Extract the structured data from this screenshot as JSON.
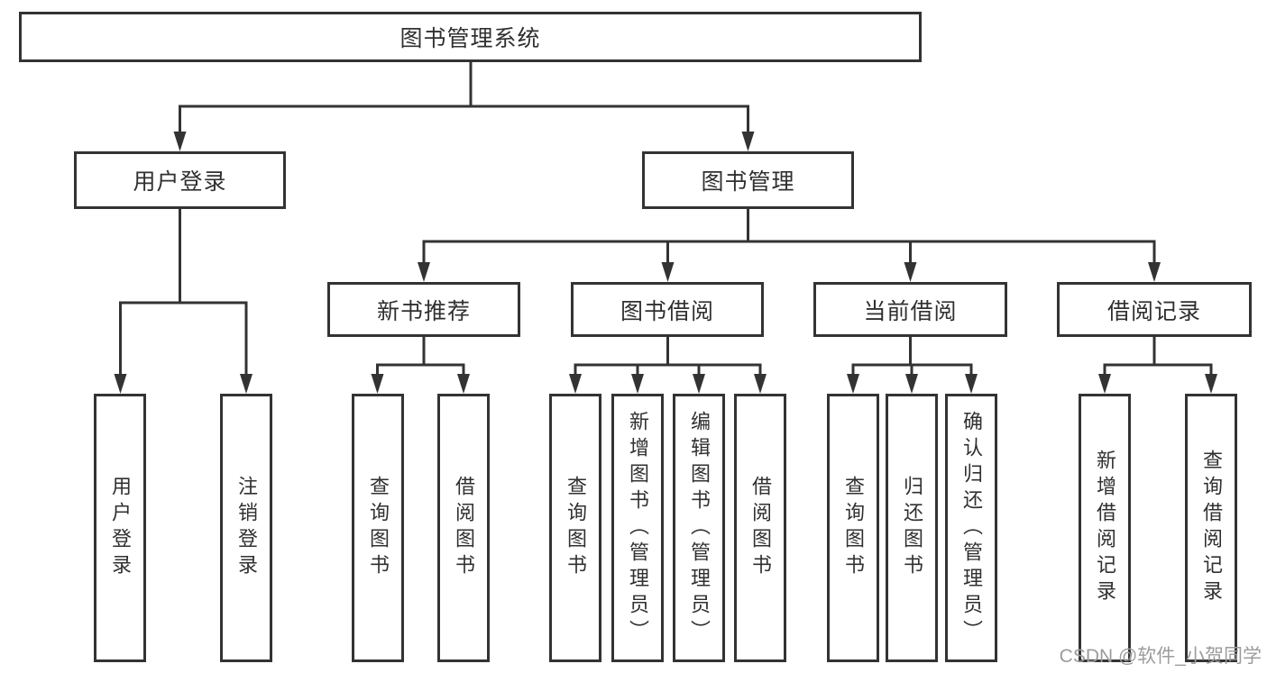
{
  "diagram": {
    "title": "图书管理系统",
    "watermark": "CSDN @软件_小贺同学",
    "colors": {
      "line": "#333333",
      "box_border": "#333333",
      "text": "#303030",
      "watermark": "#9c9c9c",
      "background": "#ffffff"
    },
    "root": {
      "label": "图书管理系统",
      "children": [
        {
          "label": "用户登录",
          "children": [
            {
              "label": "用户登录"
            },
            {
              "label": "注销登录"
            }
          ]
        },
        {
          "label": "图书管理",
          "children": [
            {
              "label": "新书推荐",
              "children": [
                {
                  "label": "查询图书"
                },
                {
                  "label": "借阅图书"
                }
              ]
            },
            {
              "label": "图书借阅",
              "children": [
                {
                  "label": "查询图书"
                },
                {
                  "label": "新增图书（管理员）"
                },
                {
                  "label": "编辑图书（管理员）"
                },
                {
                  "label": "借阅图书"
                }
              ]
            },
            {
              "label": "当前借阅",
              "children": [
                {
                  "label": "查询图书"
                },
                {
                  "label": "归还图书"
                },
                {
                  "label": "确认归还（管理员）"
                }
              ]
            },
            {
              "label": "借阅记录",
              "children": [
                {
                  "label": "新增借阅记录"
                },
                {
                  "label": "查询借阅记录"
                }
              ]
            }
          ]
        }
      ]
    }
  }
}
